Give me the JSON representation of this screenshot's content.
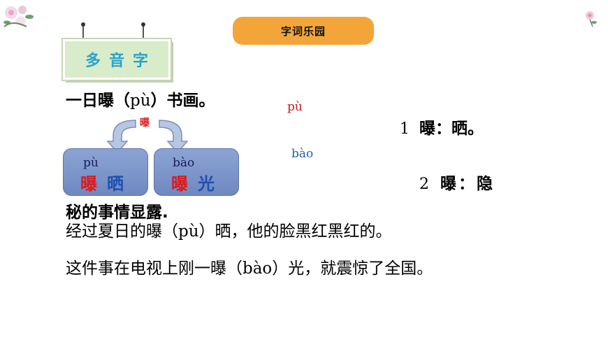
{
  "header": {
    "title": "字词乐园"
  },
  "sign": {
    "label": "多音字"
  },
  "line1": {
    "prefix": "一日曝（",
    "pinyin": "pù",
    "suffix": "）书画。"
  },
  "float": {
    "pu": "pù",
    "bao": "bào"
  },
  "meanings": [
    {
      "num": "1",
      "text": "曝：晒。"
    },
    {
      "num": "2",
      "text": "曝：隐"
    }
  ],
  "root_char": "曝",
  "cards": [
    {
      "pinyin": "pù",
      "char1": "曝",
      "char2": "晒"
    },
    {
      "pinyin": "bào",
      "char1": "曝",
      "char2": "光"
    }
  ],
  "continuation": "秘的事情显露.",
  "sentences": [
    {
      "prefix": "经过夏日的曝（",
      "pinyin": "pù",
      "suffix": "）晒，他的脸黑红黑红的。"
    },
    {
      "prefix": "这件事在电视上刚一曝（",
      "pinyin": "bào",
      "suffix": "）光，就震惊了全国。"
    }
  ],
  "colors": {
    "accent": "#f4a53a",
    "red": "#e02020",
    "blue": "#1f5fb8",
    "card": "#7d95c9"
  }
}
